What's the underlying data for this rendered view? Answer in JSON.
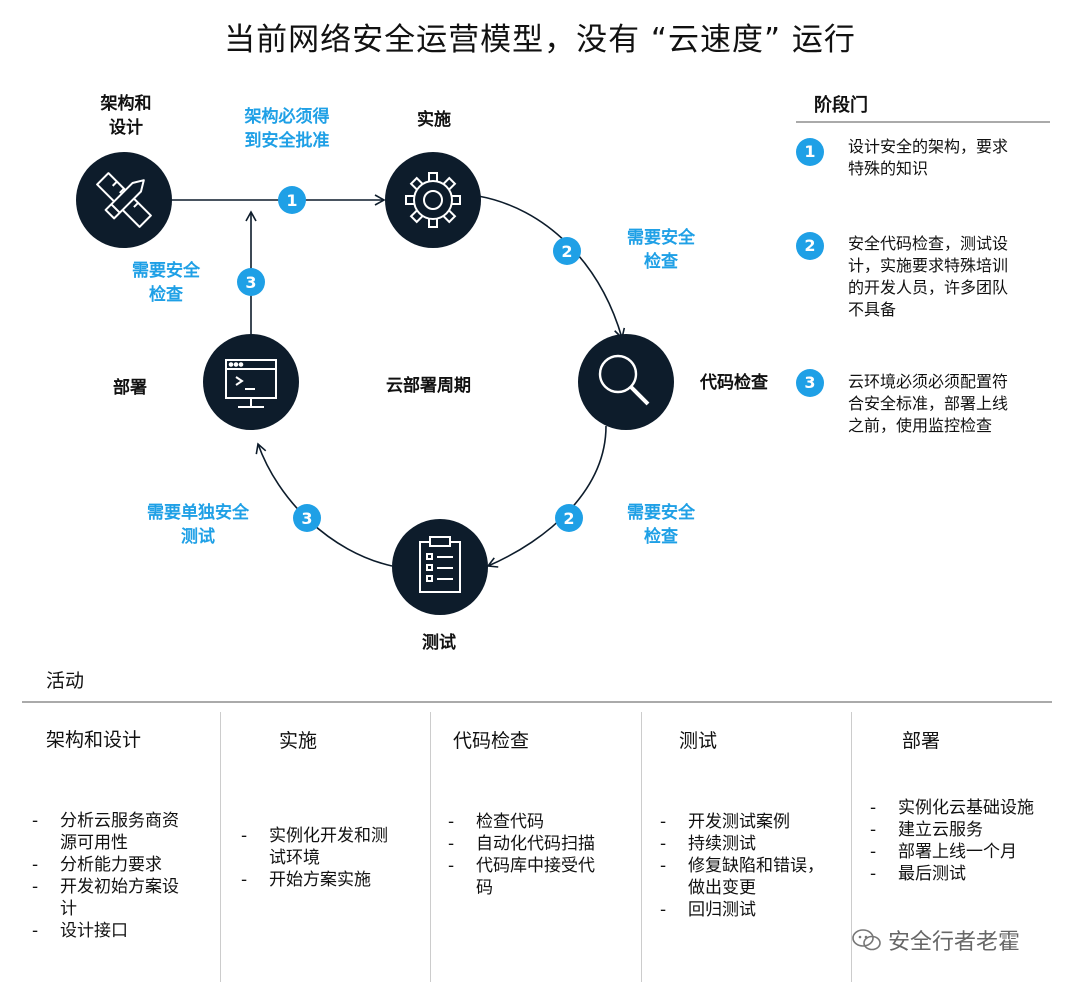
{
  "title": "当前网络安全运营模型，没有 “云速度” 运行",
  "phases": {
    "design": "架构和\n设计",
    "implement": "实施",
    "code_review": "代码检查",
    "test": "测试",
    "deploy": "部署"
  },
  "cycle_label": "云部署周期",
  "gate_labels": {
    "design_to_implement": "架构必须得\n到安全批准",
    "implement_to_review": "需要安全\n检查",
    "review_to_test": "需要安全\n检查",
    "test_to_deploy": "需要单独安全\n测试",
    "deploy_to_design": "需要安全\n检查"
  },
  "badges": {
    "design_to_implement": "1",
    "implement_to_review": "2",
    "review_to_test": "2",
    "test_to_deploy": "3",
    "deploy_to_design": "3"
  },
  "stage_gates": {
    "title": "阶段门",
    "items": [
      {
        "num": "1",
        "text": "设计安全的架构，要求\n特殊的知识"
      },
      {
        "num": "2",
        "text": "安全代码检查，测试设\n计，实施要求特殊培训\n的开发人员，许多团队\n不具备"
      },
      {
        "num": "3",
        "text": "云环境必须必须配置符\n合安全标准，部署上线\n之前，使用监控检查"
      }
    ]
  },
  "activities": {
    "title": "活动",
    "columns": [
      {
        "header": "架构和设计",
        "items": [
          "分析云服务商资\n源可用性",
          "分析能力要求",
          "开发初始方案设\n计",
          "设计接口"
        ]
      },
      {
        "header": "实施",
        "items": [
          "实例化开发和测\n试环境",
          "开始方案实施"
        ]
      },
      {
        "header": "代码检查",
        "items": [
          "检查代码",
          "自动化代码扫描",
          "代码库中接受代\n码"
        ]
      },
      {
        "header": "测试",
        "items": [
          "开发测试案例",
          "持续测试",
          "修复缺陷和错误，\n做出变更",
          "回归测试"
        ]
      },
      {
        "header": "部署",
        "items": [
          "实例化云基础设施",
          "建立云服务",
          "部署上线一个月",
          "最后测试"
        ]
      }
    ]
  },
  "watermark": "安全行者老霍",
  "colors": {
    "accent": "#1fa0e6",
    "node": "#0d1c2b"
  },
  "icons": {
    "design": "pencil-ruler-icon",
    "implement": "gear-icon",
    "code_review": "magnifier-icon",
    "test": "clipboard-checklist-icon",
    "deploy": "terminal-monitor-icon"
  }
}
